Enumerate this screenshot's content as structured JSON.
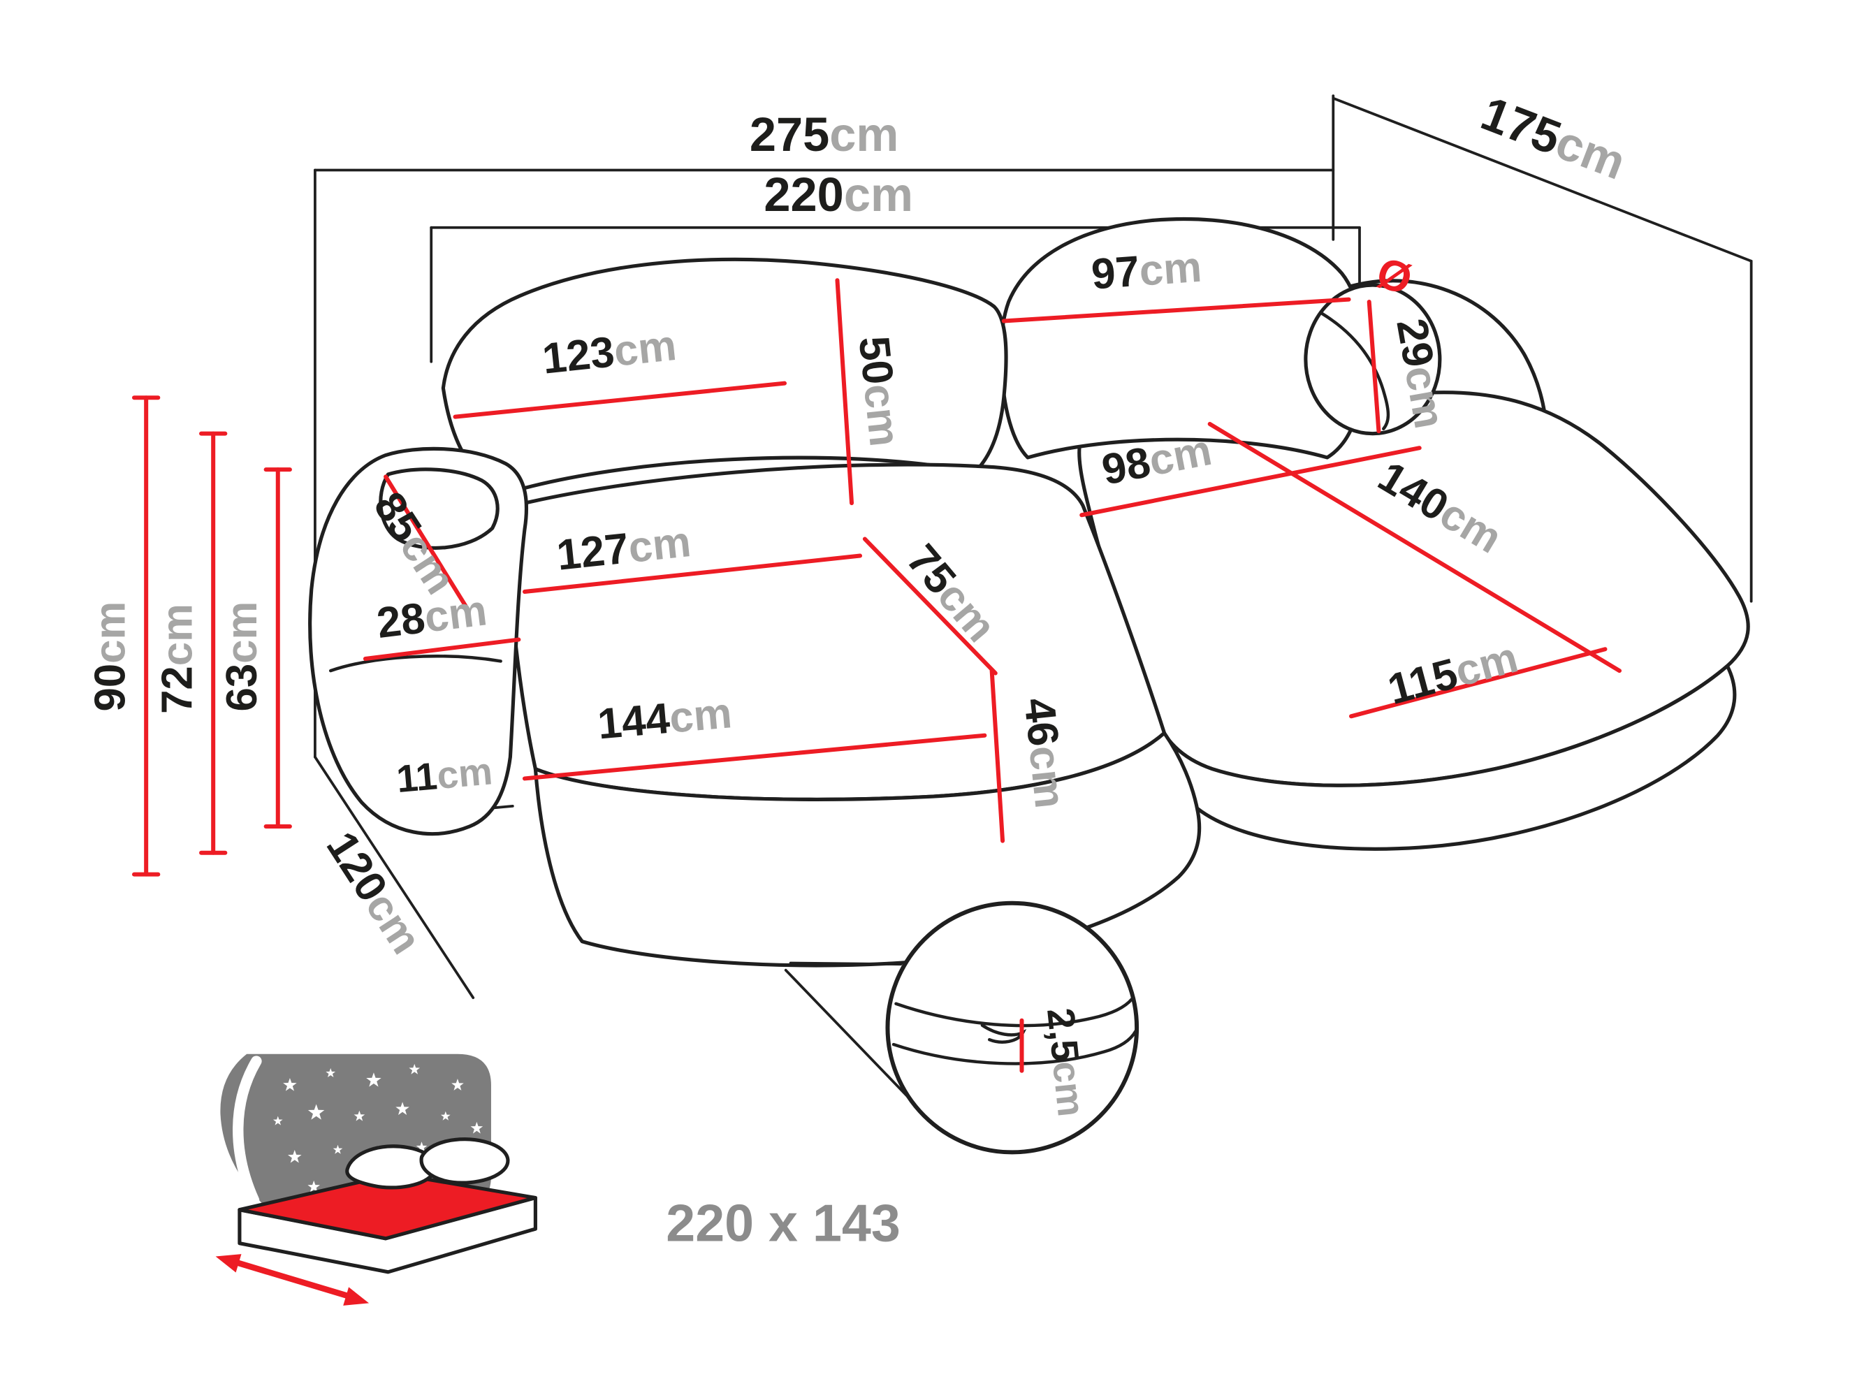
{
  "colors": {
    "dimension_red": "#ed1c24",
    "line_black": "#1f1f1f",
    "number_black": "#1d1d1b",
    "unit_gray": "#a6a6a5",
    "icon_gray": "#7d7d7d",
    "sleep_label_gray": "#8c8c8c"
  },
  "dims": {
    "d275": {
      "value": "275",
      "unit": "cm"
    },
    "d220": {
      "value": "220",
      "unit": "cm"
    },
    "d175": {
      "value": "175",
      "unit": "cm"
    },
    "d123": {
      "value": "123",
      "unit": "cm"
    },
    "d97": {
      "value": "97",
      "unit": "cm"
    },
    "d50": {
      "value": "50",
      "unit": "cm"
    },
    "d29": {
      "prefix": "Ø",
      "value": "29",
      "unit": "cm"
    },
    "d85": {
      "value": "85",
      "unit": "cm"
    },
    "d28": {
      "value": "28",
      "unit": "cm"
    },
    "d127": {
      "value": "127",
      "unit": "cm"
    },
    "d75": {
      "value": "75",
      "unit": "cm"
    },
    "d98": {
      "value": "98",
      "unit": "cm"
    },
    "d140": {
      "value": "140",
      "unit": "cm"
    },
    "d115": {
      "value": "115",
      "unit": "cm"
    },
    "d144": {
      "value": "144",
      "unit": "cm"
    },
    "d46": {
      "value": "46",
      "unit": "cm"
    },
    "d90": {
      "value": "90",
      "unit": "cm"
    },
    "d72": {
      "value": "72",
      "unit": "cm"
    },
    "d63": {
      "value": "63",
      "unit": "cm"
    },
    "d11": {
      "value": "11",
      "unit": "cm"
    },
    "d120": {
      "value": "120",
      "unit": "cm"
    },
    "d2_5": {
      "value": "2,5",
      "unit": "cm"
    }
  },
  "sleeping_area": {
    "label": "220 x 143"
  }
}
